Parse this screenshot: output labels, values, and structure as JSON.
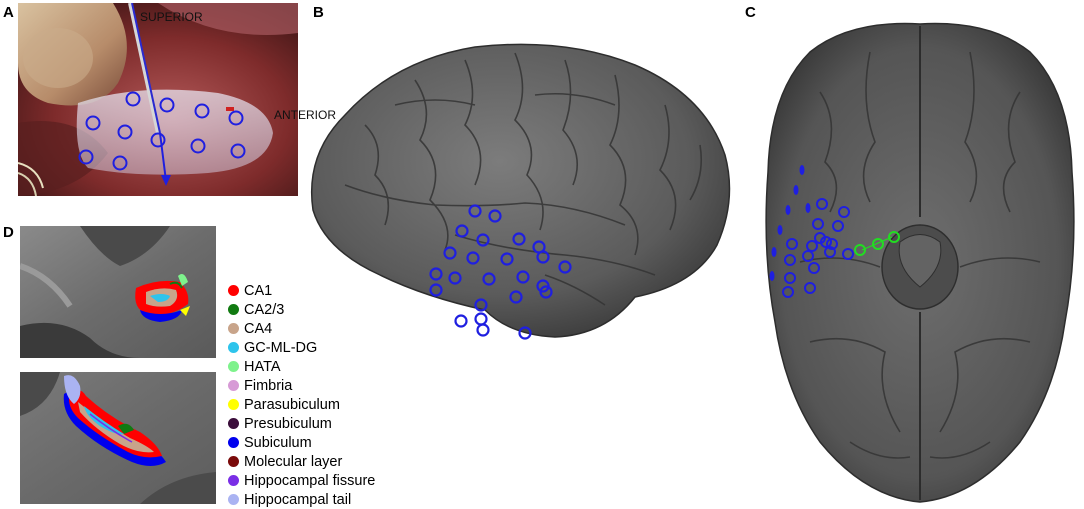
{
  "panels": {
    "a": "A",
    "b": "B",
    "c": "C",
    "d": "D"
  },
  "photo_labels": {
    "superior": "SUPERIOR",
    "anterior": "ANTERIOR"
  },
  "colors": {
    "electrode_blue": "#1f1fe0",
    "electrode_green": "#22dd22",
    "brain_gray": "#5b5b5b"
  },
  "legend": [
    {
      "label": "CA1",
      "color": "#ff0000"
    },
    {
      "label": "CA2/3",
      "color": "#117a11"
    },
    {
      "label": "CA4",
      "color": "#c8a48a"
    },
    {
      "label": "GC-ML-DG",
      "color": "#2ec4ec"
    },
    {
      "label": "HATA",
      "color": "#7ef28c"
    },
    {
      "label": "Fimbria",
      "color": "#d79ad6"
    },
    {
      "label": "Parasubiculum",
      "color": "#ffff00"
    },
    {
      "label": "Presubiculum",
      "color": "#3a0d3a"
    },
    {
      "label": "Subiculum",
      "color": "#0000ee"
    },
    {
      "label": "Molecular layer",
      "color": "#7a0a0a"
    },
    {
      "label": "Hippocampal fissure",
      "color": "#7a2ee6"
    },
    {
      "label": "Hippocampal tail",
      "color": "#aab3f2"
    }
  ]
}
